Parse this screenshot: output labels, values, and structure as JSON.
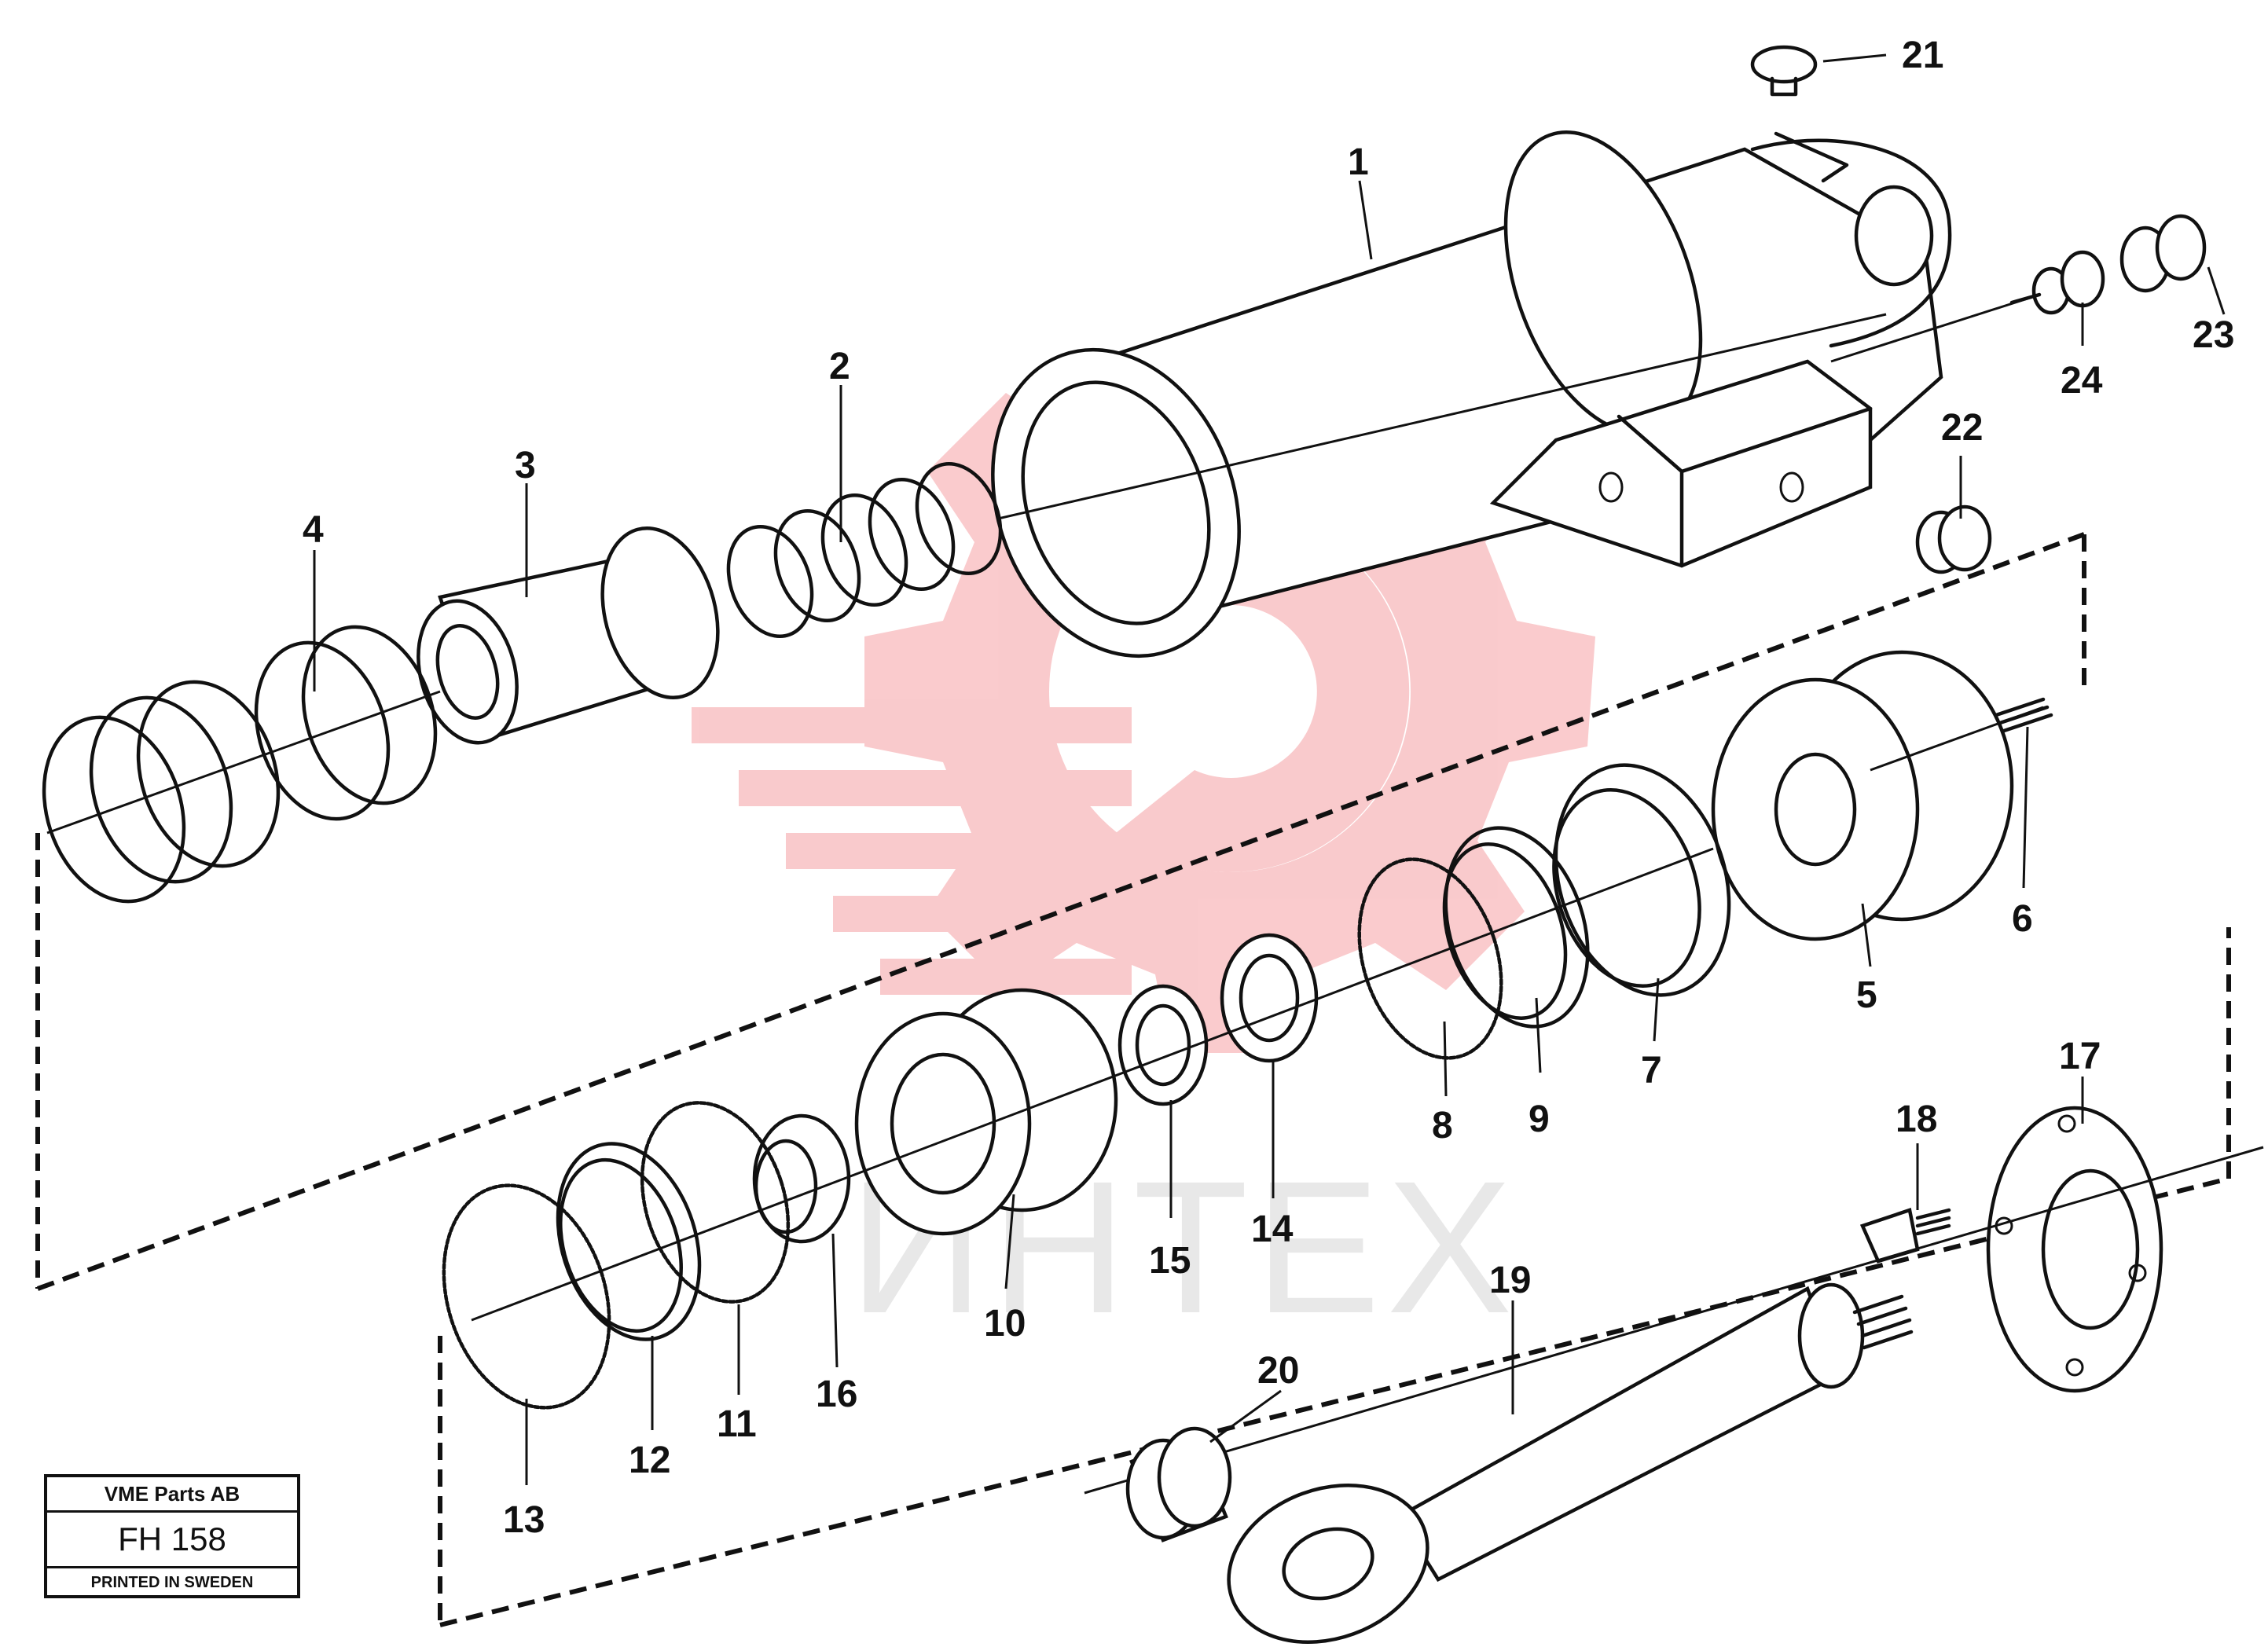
{
  "diagram": {
    "callouts": [
      "1",
      "2",
      "3",
      "4",
      "5",
      "6",
      "7",
      "8",
      "9",
      "10",
      "11",
      "12",
      "13",
      "14",
      "15",
      "16",
      "17",
      "18",
      "19",
      "20",
      "21",
      "22",
      "23",
      "24"
    ]
  },
  "title_block": {
    "company": "VME Parts AB",
    "code": "FH 158",
    "printed": "PRINTED IN SWEDEN"
  },
  "watermark": {
    "text": "ИНТЕХ",
    "color": "#f06a6a"
  }
}
